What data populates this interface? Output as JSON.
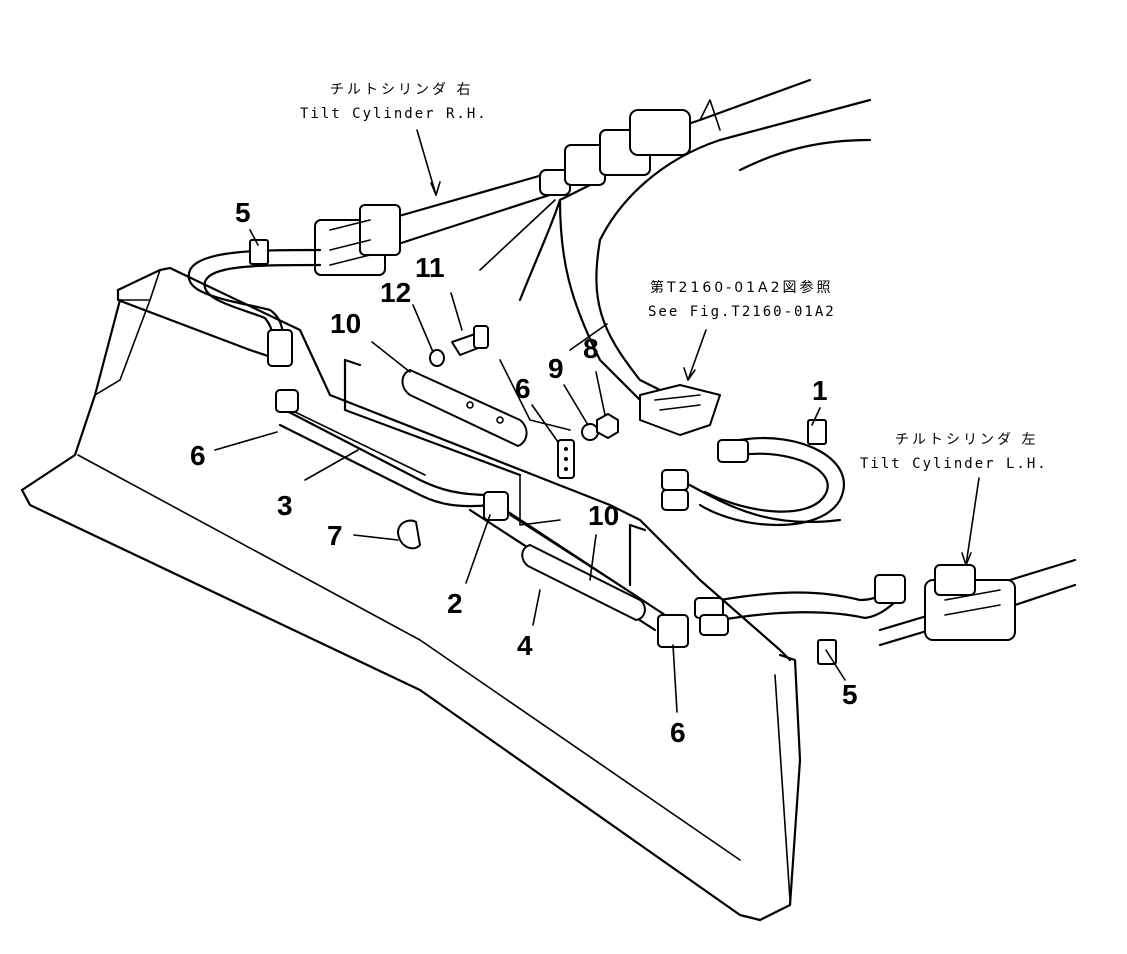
{
  "callouts": {
    "tilt_rh_jp": "チルトシリンダ 右",
    "tilt_rh_en": "Tilt Cylinder R.H.",
    "tilt_lh_jp": "チルトシリンダ 左",
    "tilt_lh_en": "Tilt Cylinder L.H.",
    "see_fig_jp": "第T2160-01A2図参照",
    "see_fig_en": "See Fig.T2160-01A2"
  },
  "part_numbers": {
    "p1": "1",
    "p2": "2",
    "p3": "3",
    "p4": "4",
    "p5_left": "5",
    "p5_right": "5",
    "p6_left": "6",
    "p6_mid": "6",
    "p6_right": "6",
    "p7": "7",
    "p8": "8",
    "p9": "9",
    "p10_left": "10",
    "p10_mid": "10",
    "p11": "11",
    "p12": "12"
  }
}
